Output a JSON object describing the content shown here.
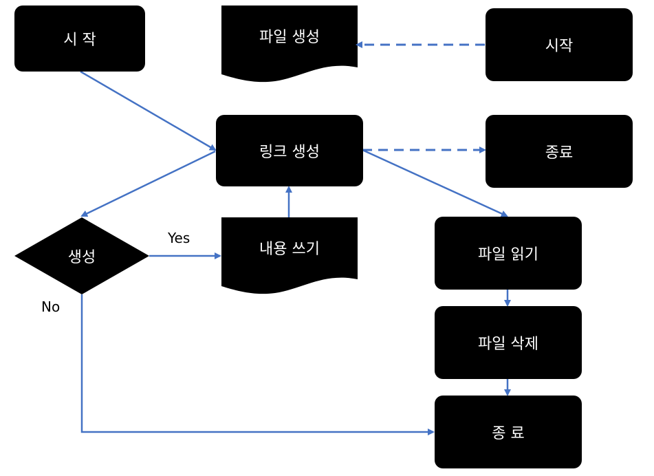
{
  "nodes": {
    "start_left": "시 작",
    "file_create": "파일 생성",
    "start_right": "시작",
    "link_create": "링크 생성",
    "end_right": "종료",
    "decision_create": "생성",
    "write_content": "내용 쓰기",
    "file_read": "파일 읽기",
    "file_delete": "파일 삭제",
    "end_bottom": "종 료"
  },
  "edge_labels": {
    "yes": "Yes",
    "no": "No"
  },
  "colors": {
    "node_fill": "#000000",
    "node_text": "#ffffff",
    "edge": "#4472c4"
  }
}
